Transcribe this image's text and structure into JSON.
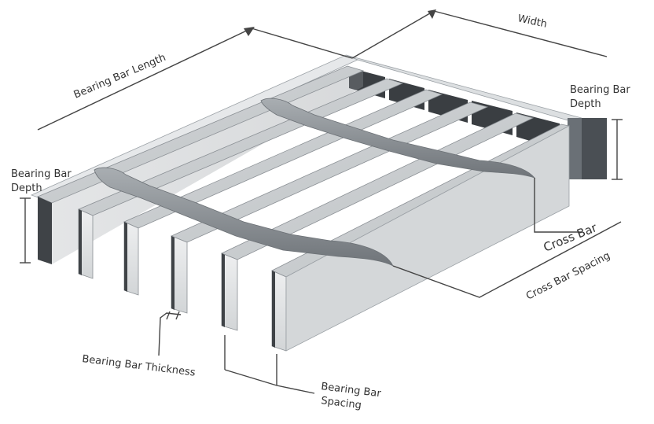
{
  "labels": {
    "bearing_bar_length": "Bearing Bar Length",
    "width": "Width",
    "bearing_bar_depth_right_line1": "Bearing Bar",
    "bearing_bar_depth_right_line2": "Depth",
    "bearing_bar_depth_left_line1": "Bearing Bar",
    "bearing_bar_depth_left_line2": "Depth",
    "cross_bar": "Cross Bar",
    "cross_bar_spacing": "Cross Bar Spacing",
    "bearing_bar_thickness": "Bearing Bar Thickness",
    "bearing_bar_spacing_line1": "Bearing Bar",
    "bearing_bar_spacing_line2": "Spacing"
  },
  "colors": {
    "bar_top": "#c9ccce",
    "bar_front": "#e4e6e7",
    "bar_side": "#9ea3a8",
    "bar_shadow": "#3f4347",
    "twist": "#8d9297",
    "line": "#444444"
  }
}
